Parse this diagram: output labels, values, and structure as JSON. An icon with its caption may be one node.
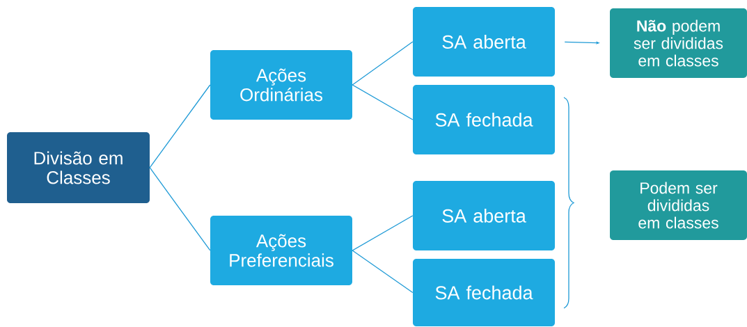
{
  "diagram": {
    "nodes": [
      {
        "text": [
          "Divisão em Classes"
        ]
      },
      {
        "text": [
          "Ações Ordinárias"
        ]
      },
      {
        "text": [
          "Ações Preferenciais"
        ]
      },
      {
        "text": [
          "SA aberta"
        ]
      },
      {
        "text": [
          "SA fechada"
        ]
      },
      {
        "text": [
          "SA aberta"
        ]
      },
      {
        "text": [
          "SA fechada"
        ]
      },
      {
        "text": [
          "**Não** podem ser divididas em classes"
        ]
      },
      {
        "text": [
          "Podem ser divididas em classes"
        ]
      }
    ],
    "edges": [
      {
        "from": 0,
        "to": 1,
        "arrow": "none"
      },
      {
        "from": 0,
        "to": 2,
        "arrow": "none"
      },
      {
        "from": 1,
        "to": 3,
        "arrow": "none"
      },
      {
        "from": 1,
        "to": 4,
        "arrow": "none"
      },
      {
        "from": 2,
        "to": 5,
        "arrow": "none"
      },
      {
        "from": 2,
        "to": 6,
        "arrow": "none"
      },
      {
        "from": 3,
        "to": 7,
        "arrow": "to"
      }
    ]
  }
}
